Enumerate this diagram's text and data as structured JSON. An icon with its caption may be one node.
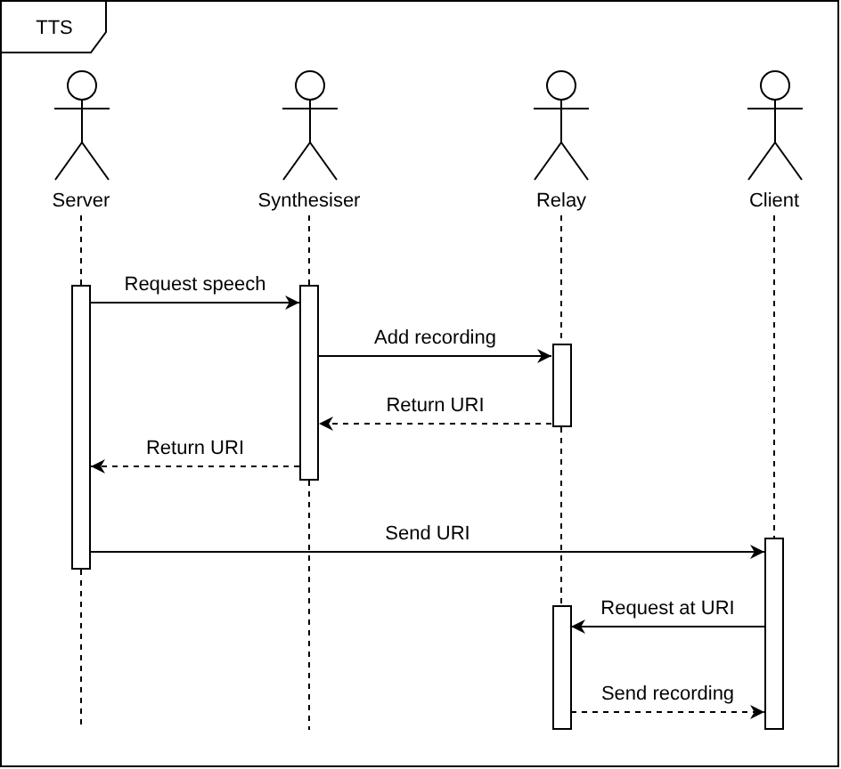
{
  "diagram": {
    "nodes": [
      {
        "text": [
          "TTS"
        ]
      },
      {
        "text": [
          "Server"
        ],
        "in": 0
      },
      {
        "text": [
          "Synthesiser"
        ],
        "in": 0
      },
      {
        "text": [
          "Relay"
        ],
        "in": 0
      },
      {
        "text": [
          "Client"
        ],
        "in": 0
      },
      {
        "text": [],
        "shape": "bar",
        "in": 0
      },
      {
        "text": [],
        "shape": "bar",
        "in": 0
      },
      {
        "text": [],
        "shape": "bar",
        "in": 0
      },
      {
        "text": [],
        "shape": "bar",
        "in": 0
      },
      {
        "text": [],
        "shape": "bar",
        "in": 0
      }
    ],
    "edges": [
      {
        "from": 5,
        "to": 6,
        "label": "Request speech",
        "arrow": "to"
      },
      {
        "from": 6,
        "to": 7,
        "label": "Add recording",
        "arrow": "to"
      },
      {
        "from": 7,
        "to": 6,
        "label": "Return URI",
        "arrow": "to",
        "style": "dashed"
      },
      {
        "from": 6,
        "to": 5,
        "label": "Return URI",
        "arrow": "to",
        "style": "dashed"
      },
      {
        "from": 5,
        "to": 8,
        "label": "Send URI",
        "arrow": "to"
      },
      {
        "from": 8,
        "to": 9,
        "label": "Request at URI",
        "arrow": "to"
      },
      {
        "from": 9,
        "to": 8,
        "label": "Send recording",
        "arrow": "to",
        "style": "dashed"
      },
      {
        "from": 1,
        "to": 5,
        "arrow": "none",
        "style": "dashed"
      },
      {
        "from": 5,
        "to": null,
        "arrow": "none",
        "style": "dashed"
      },
      {
        "from": 2,
        "to": 6,
        "arrow": "none",
        "style": "dashed"
      },
      {
        "from": 6,
        "to": null,
        "arrow": "none",
        "style": "dashed"
      },
      {
        "from": 3,
        "to": 7,
        "arrow": "none",
        "style": "dashed"
      },
      {
        "from": 7,
        "to": 9,
        "arrow": "none",
        "style": "dashed"
      },
      {
        "from": 4,
        "to": 8,
        "arrow": "none",
        "style": "dashed"
      }
    ]
  }
}
